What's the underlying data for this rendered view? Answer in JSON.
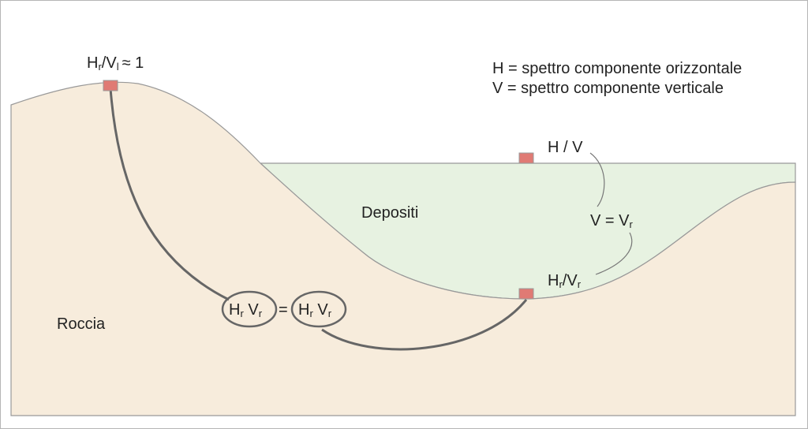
{
  "legend": {
    "h_line": "H = spettro componente orizzontale",
    "v_line": "V = spettro componente verticale"
  },
  "regions": {
    "rock": "Roccia",
    "deposits": "Depositi"
  },
  "stations": {
    "rock_site": {
      "h": "H",
      "h_sub": "r",
      "slash": "/V",
      "v_sub": "l",
      "approx": "≈ 1"
    },
    "surface": {
      "label": "H / V"
    },
    "middle": {
      "v": "V = V",
      "v_sub": "r"
    },
    "basin_bottom": {
      "h": "H",
      "h_sub": "r",
      "slash": "/V",
      "v_sub": "r"
    }
  },
  "equality": {
    "left": {
      "h": "H",
      "h_sub": "r",
      "v": " V",
      "v_sub": "r"
    },
    "equals": "=",
    "right": {
      "h": "H",
      "h_sub": "r",
      "v": " V",
      "v_sub": "r"
    }
  },
  "colors": {
    "rock_fill": "#f7ecdc",
    "deposit_fill": "#e7f2e1",
    "outline": "#999999",
    "marker": "#e07a74",
    "ray": "#666666"
  }
}
